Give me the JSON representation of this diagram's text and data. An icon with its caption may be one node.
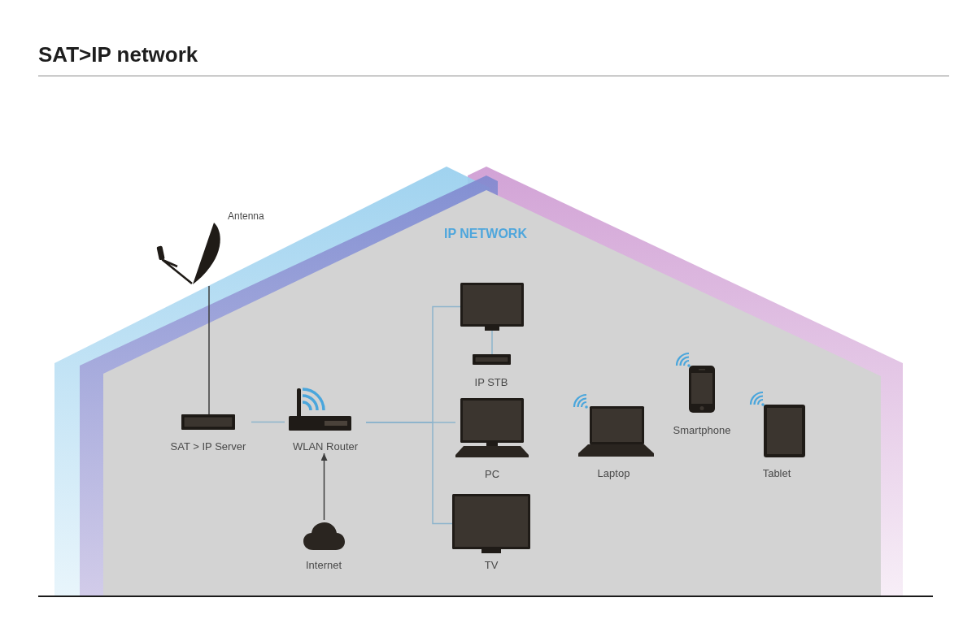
{
  "diagram": {
    "title": "SAT>IP network",
    "nodes": [
      {
        "text": [
          "IP NETWORK"
        ]
      },
      {
        "text": [
          "Antenna"
        ]
      },
      {
        "text": [
          "SAT > IP Server"
        ],
        "in": 0
      },
      {
        "text": [
          "WLAN Router"
        ],
        "in": 0
      },
      {
        "text": [],
        "shape": "picture",
        "in": 0
      },
      {
        "text": [
          "IP STB"
        ],
        "in": 0
      },
      {
        "text": [
          "PC"
        ],
        "in": 0
      },
      {
        "text": [
          "TV"
        ],
        "in": 0
      },
      {
        "text": [
          "Internet"
        ],
        "in": 0
      },
      {
        "text": [
          "Laptop"
        ],
        "in": 0
      },
      {
        "text": [
          "Smartphone"
        ],
        "in": 0
      },
      {
        "text": [
          "Tablet"
        ],
        "in": 0
      }
    ],
    "edges": [
      {
        "from": 1,
        "to": 2,
        "arrow": "none",
        "color": "#3c3c3c"
      },
      {
        "from": 2,
        "to": 3,
        "arrow": "none"
      },
      {
        "from": 3,
        "to": 4,
        "arrow": "none"
      },
      {
        "from": 3,
        "to": 6,
        "arrow": "none"
      },
      {
        "from": 3,
        "to": 7,
        "arrow": "none"
      },
      {
        "from": 4,
        "to": 5,
        "arrow": "none"
      },
      {
        "from": 8,
        "to": 3,
        "arrow": "to",
        "color": "#3c3c3c"
      }
    ]
  }
}
